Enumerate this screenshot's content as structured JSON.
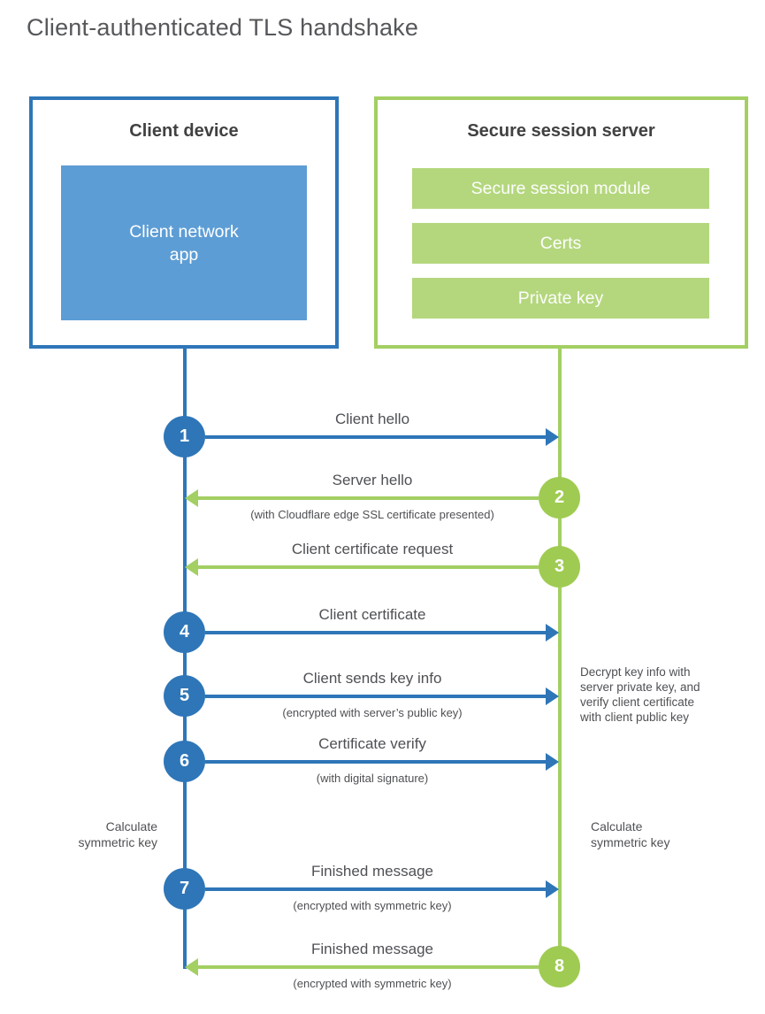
{
  "title": "Client-authenticated TLS handshake",
  "colors": {
    "blue_primary": "#2e76b8",
    "blue_fill": "#5d9dd5",
    "green_primary": "#a3cf63",
    "green_fill": "#b4d77d",
    "heading_text": "#414042",
    "label_text": "#4e5054",
    "title_text": "#55575a"
  },
  "client": {
    "title": "Client device",
    "app_lines": [
      "Client network",
      "app"
    ]
  },
  "server": {
    "title": "Secure session server",
    "modules": [
      "Secure session module",
      "Certs",
      "Private key"
    ]
  },
  "steps": [
    {
      "num": "1",
      "label": "Client hello",
      "sub": "",
      "direction": "client-to-server",
      "color": "blue"
    },
    {
      "num": "2",
      "label": "Server hello",
      "sub": "(with Cloudflare edge SSL certificate presented)",
      "direction": "server-to-client",
      "color": "green"
    },
    {
      "num": "3",
      "label": "Client certificate request",
      "sub": "",
      "direction": "server-to-client",
      "color": "green"
    },
    {
      "num": "4",
      "label": "Client certificate",
      "sub": "",
      "direction": "client-to-server",
      "color": "blue"
    },
    {
      "num": "5",
      "label": "Client sends key info",
      "sub": "(encrypted with server’s public key)",
      "direction": "client-to-server",
      "color": "blue"
    },
    {
      "num": "6",
      "label": "Certificate verify",
      "sub": "(with digital signature)",
      "direction": "client-to-server",
      "color": "blue"
    },
    {
      "num": "7",
      "label": "Finished message",
      "sub": "(encrypted with symmetric key)",
      "direction": "client-to-server",
      "color": "blue"
    },
    {
      "num": "8",
      "label": "Finished message",
      "sub": "(encrypted with symmetric key)",
      "direction": "server-to-client",
      "color": "green"
    }
  ],
  "notes": {
    "decrypt": [
      "Decrypt key info with",
      "server private key, and",
      "verify client certificate",
      "with client public key"
    ],
    "calc_left": [
      "Calculate",
      "symmetric key"
    ],
    "calc_right": [
      "Calculate",
      "symmetric key"
    ]
  }
}
